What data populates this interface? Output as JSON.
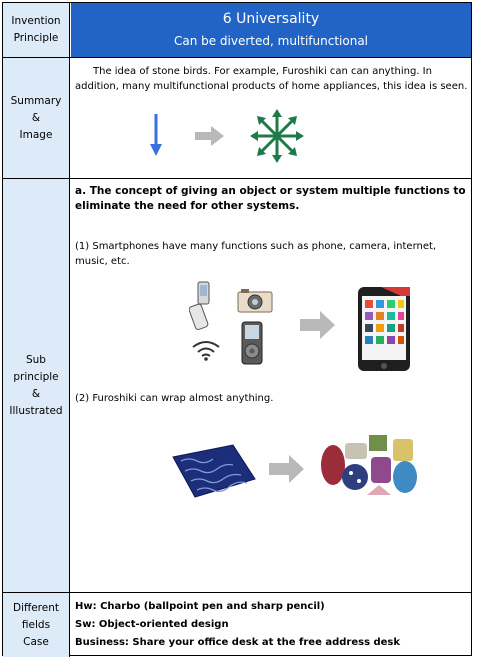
{
  "header": {
    "label": "Invention\nPrinciple",
    "title": "6 Universality",
    "subtitle": "Can be diverted, multifunctional"
  },
  "summary": {
    "label": "Summary\n&\nImage",
    "text": "The idea of stone birds. For example, Furoshiki can can anything. In addition, many multifunctional products of home appliances, this idea is seen."
  },
  "sub_principle": {
    "label": "Sub\nprinciple\n&\nIllustrated",
    "concept": "a. The concept of giving an object or system multiple functions to eliminate the need for other systems.",
    "example1": "(1) Smartphones have many functions such as phone, camera, internet, music, etc.",
    "example2": "(2) Furoshiki can wrap  almost anything."
  },
  "fields": {
    "label": "Different\nfields\nCase",
    "hw": "Hw: Charbo (ballpoint pen and sharp pencil)",
    "sw": "Sw: Object-oriented design",
    "business": "Business: Share your office desk at the free address desk"
  },
  "colors": {
    "header_bg": "#2264c6",
    "label_bg": "#dcebf7",
    "arrow_gray": "#b9b9b9",
    "down_arrow": "#3a6fe0",
    "star_green": "#1f7a4a"
  },
  "icons": [
    "down-arrow-icon",
    "right-arrow-icon",
    "multi-direction-arrow-icon",
    "flip-phone-icon",
    "camera-icon",
    "wifi-icon",
    "music-player-icon",
    "smartphone-icon",
    "furoshiki-cloth-icon",
    "wrapped-items-icon"
  ]
}
